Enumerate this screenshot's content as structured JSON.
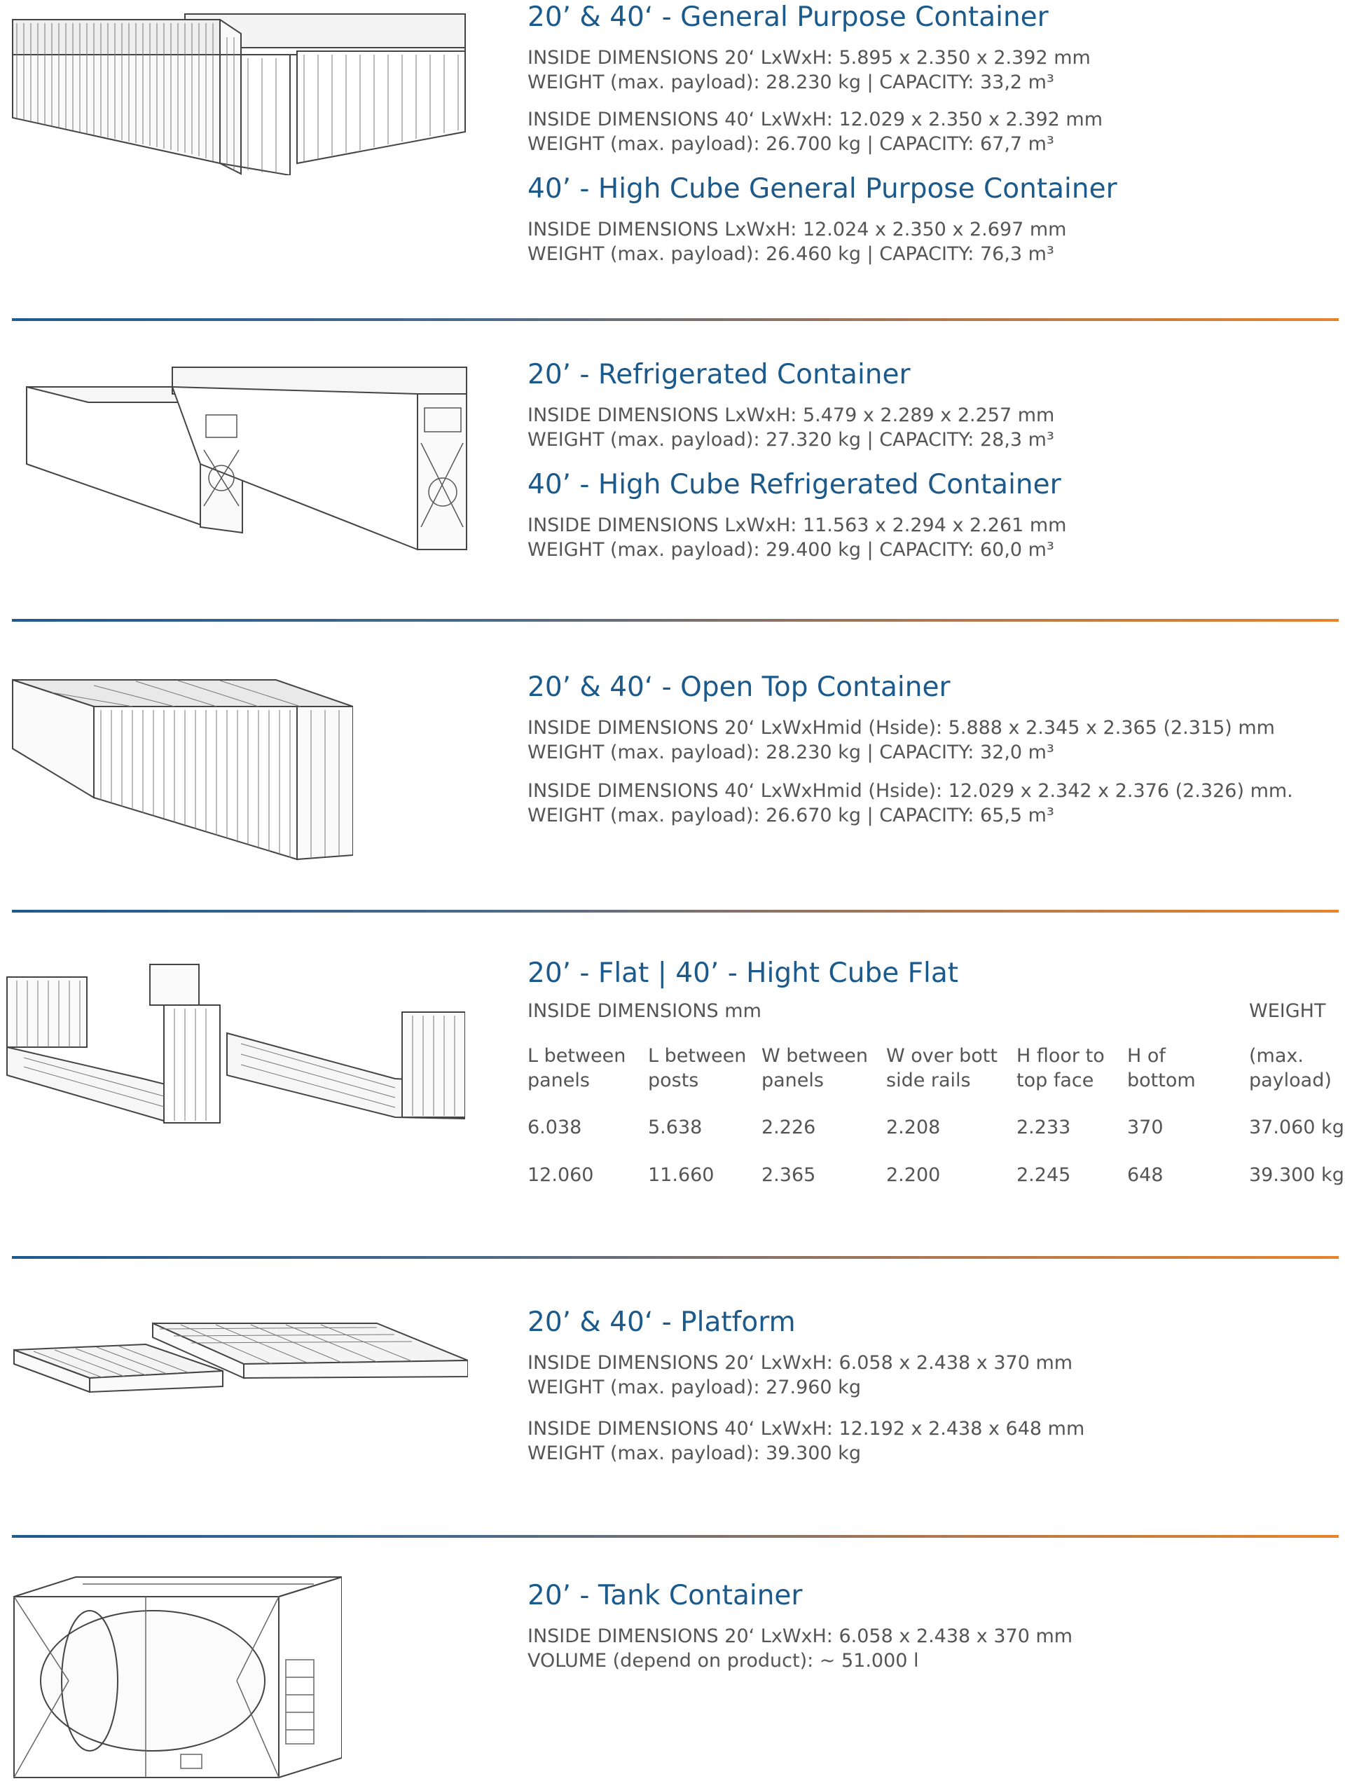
{
  "sections": [
    {
      "title": "20’ & 40‘ - General Purpose Container",
      "lines_a": [
        "INSIDE DIMENSIONS 20‘ LxWxH: 5.895 x 2.350 x 2.392 mm",
        "WEIGHT (max. payload): 28.230 kg  |  CAPACITY: 33,2 m³"
      ],
      "lines_b": [
        "INSIDE DIMENSIONS 40‘ LxWxH: 12.029 x 2.350 x 2.392 mm",
        "WEIGHT (max. payload): 26.700 kg  |  CAPACITY: 67,7 m³"
      ],
      "title2": "40’ - High Cube General Purpose Container",
      "lines_c": [
        "INSIDE DIMENSIONS LxWxH: 12.024 x 2.350 x 2.697 mm",
        "WEIGHT (max. payload): 26.460 kg  |  CAPACITY: 76,3 m³"
      ]
    },
    {
      "title": "20’ - Refrigerated Container",
      "lines_a": [
        "INSIDE DIMENSIONS LxWxH: 5.479 x 2.289 x 2.257 mm",
        "WEIGHT (max. payload): 27.320 kg  |  CAPACITY: 28,3 m³"
      ],
      "title2": "40’ - High Cube Refrigerated Container",
      "lines_b": [
        "INSIDE DIMENSIONS LxWxH: 11.563 x 2.294 x 2.261 mm",
        "WEIGHT (max. payload): 29.400 kg  |  CAPACITY: 60,0 m³"
      ]
    },
    {
      "title": "20’ & 40‘ - Open Top Container",
      "lines_a": [
        "INSIDE DIMENSIONS 20‘ LxWxHmid (Hside): 5.888 x 2.345 x 2.365 (2.315) mm",
        "WEIGHT (max. payload): 28.230 kg  |  CAPACITY: 32,0 m³"
      ],
      "lines_b": [
        "INSIDE DIMENSIONS 40‘ LxWxHmid (Hside): 12.029 x 2.342 x 2.376 (2.326) mm.",
        "WEIGHT (max. payload): 26.670 kg  |  CAPACITY: 65,5 m³"
      ]
    },
    {
      "title": "20’ - Flat  |  40’ - Hight Cube Flat",
      "table_caption": "INSIDE DIMENSIONS mm",
      "weight_caption": "WEIGHT",
      "headers": [
        [
          "L between",
          "panels"
        ],
        [
          "L between",
          "posts"
        ],
        [
          "W between",
          "panels"
        ],
        [
          "W over bott",
          "side rails"
        ],
        [
          "H floor to",
          "top face"
        ],
        [
          "H of",
          "bottom"
        ],
        [
          "(max.",
          "payload)"
        ]
      ],
      "rows": [
        [
          "6.038",
          "5.638",
          "2.226",
          "2.208",
          "2.233",
          "370",
          "37.060 kg"
        ],
        [
          "12.060",
          "11.660",
          "2.365",
          "2.200",
          "2.245",
          "648",
          "39.300 kg"
        ]
      ]
    },
    {
      "title": "20’ & 40‘ - Platform",
      "lines_a": [
        "INSIDE DIMENSIONS 20‘ LxWxH: 6.058 x 2.438 x 370 mm",
        "WEIGHT (max. payload): 27.960 kg"
      ],
      "lines_b": [
        "INSIDE DIMENSIONS 40‘ LxWxH: 12.192 x 2.438 x 648 mm",
        "WEIGHT (max. payload): 39.300 kg"
      ]
    },
    {
      "title": "20’ - Tank Container",
      "lines_a": [
        "INSIDE DIMENSIONS 20‘ LxWxH: 6.058 x 2.438 x 370 mm",
        "VOLUME (depend on product): ~ 51.000 l"
      ]
    }
  ],
  "colors": {
    "title": "#1d5a8c",
    "text": "#555555",
    "divider_start": "#1f5a8f",
    "divider_end": "#e8832b"
  }
}
